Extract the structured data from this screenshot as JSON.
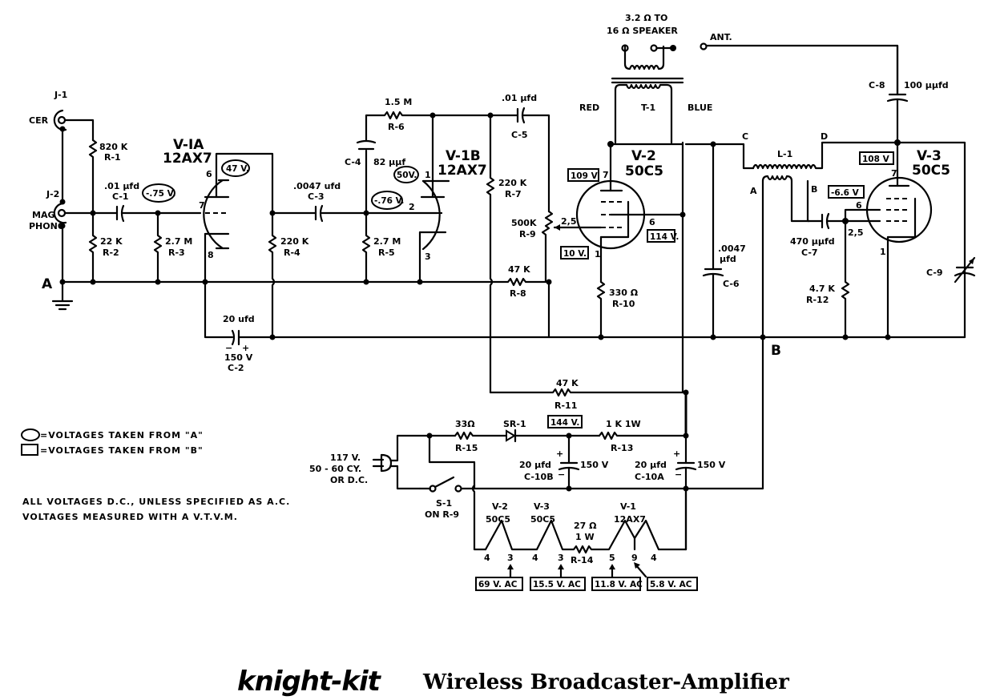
{
  "footer": {
    "brand": "knight-kit",
    "title": "Wireless Broadcaster-Amplifier"
  },
  "legend": {
    "oval": "=VOLTAGES TAKEN FROM \"A\"",
    "rect": "=VOLTAGES TAKEN FROM \"B\"",
    "note1": "ALL VOLTAGES D.C., UNLESS SPECIFIED AS A.C.",
    "note2": "VOLTAGES MEASURED WITH A V.T.V.M."
  },
  "jacks": {
    "j1": "J-1",
    "j1_label": "CER",
    "j2": "J-2",
    "j2_label1": "MAG",
    "j2_label2": "PHONO"
  },
  "nodes": {
    "a": "A",
    "b": "B",
    "c": "C",
    "d": "D",
    "la": "A",
    "lb": "B"
  },
  "tubes": {
    "v1a": {
      "name": "V-IA",
      "type": "12AX7",
      "pins": [
        "6",
        "7",
        "8"
      ],
      "volts": [
        "47 V.",
        "-.75 V."
      ]
    },
    "v1b": {
      "name": "V-1B",
      "type": "12AX7",
      "pins": [
        "1",
        "2",
        "3"
      ],
      "volts": [
        "50V.",
        "-.76 V."
      ]
    },
    "v2": {
      "name": "V-2",
      "type": "50C5",
      "pins": [
        "7",
        "2,5",
        "6",
        "1"
      ],
      "volts": [
        "109 V",
        "114 V.",
        "10 V."
      ]
    },
    "v3": {
      "name": "V-3",
      "type": "50C5",
      "pins": [
        "7",
        "6",
        "2,5",
        "1"
      ],
      "volts": [
        "108 V",
        "-6.6 V"
      ]
    }
  },
  "components": {
    "r1": [
      "820 K",
      "R-1"
    ],
    "r2": [
      "22 K",
      "R-2"
    ],
    "r3": [
      "2.7 M",
      "R-3"
    ],
    "r4": [
      "220 K",
      "R-4"
    ],
    "r5": [
      "2.7 M",
      "R-5"
    ],
    "r6": [
      "1.5 M",
      "R-6"
    ],
    "r7": [
      "220 K",
      "R-7"
    ],
    "r8": [
      "47 K",
      "R-8"
    ],
    "r9": [
      "500K",
      "R-9"
    ],
    "r10": [
      "330 Ω",
      "R-10"
    ],
    "r11": [
      "47 K",
      "R-11"
    ],
    "r12": [
      "4.7 K",
      "R-12"
    ],
    "r13": [
      "1 K  1W",
      "R-13"
    ],
    "r14": [
      "27 Ω",
      "1 W",
      "R-14"
    ],
    "r15": [
      "33Ω",
      "R-15"
    ],
    "c1": [
      ".01 µfd",
      "C-1"
    ],
    "c2": [
      "20 ufd",
      "150 V",
      "C-2"
    ],
    "c3": [
      ".0047 ufd",
      "C-3"
    ],
    "c4": [
      "C-4",
      "82 µµf"
    ],
    "c5": [
      ".01 µfd",
      "C-5"
    ],
    "c6": [
      ".0047",
      "µfd",
      "C-6"
    ],
    "c7": [
      "470 µµfd",
      "C-7"
    ],
    "c8": [
      "C-8",
      "100 µµfd"
    ],
    "c9": [
      "C-9"
    ],
    "c10a": [
      "20 µfd",
      "C-10A",
      "150 V"
    ],
    "c10b": [
      "20 µfd",
      "C-10B",
      "150 V"
    ],
    "sr1": [
      "SR-1"
    ],
    "t1": [
      "T-1",
      "RED",
      "BLUE"
    ],
    "l1": [
      "L-1"
    ],
    "speaker": [
      "3.2 Ω  TO",
      "16 Ω SPEAKER"
    ],
    "ant": [
      "ANT."
    ],
    "s1": [
      "S-1",
      "ON  R-9"
    ],
    "plug": [
      "117 V.",
      "50 - 60 CY.",
      "OR D.C."
    ],
    "supply_volt": "144 V."
  },
  "heaters": {
    "v2": [
      "V-2",
      "50C5",
      "4",
      "3"
    ],
    "v3": [
      "V-3",
      "50C5",
      "4",
      "3"
    ],
    "v1": [
      "V-1",
      "12AX7",
      "5",
      "9",
      "4"
    ],
    "volts": [
      "69 V. AC",
      "15.5 V. AC",
      "11.8 V. AC",
      "5.8 V. AC"
    ]
  },
  "signs": {
    "plus": "+",
    "minus": "−"
  }
}
